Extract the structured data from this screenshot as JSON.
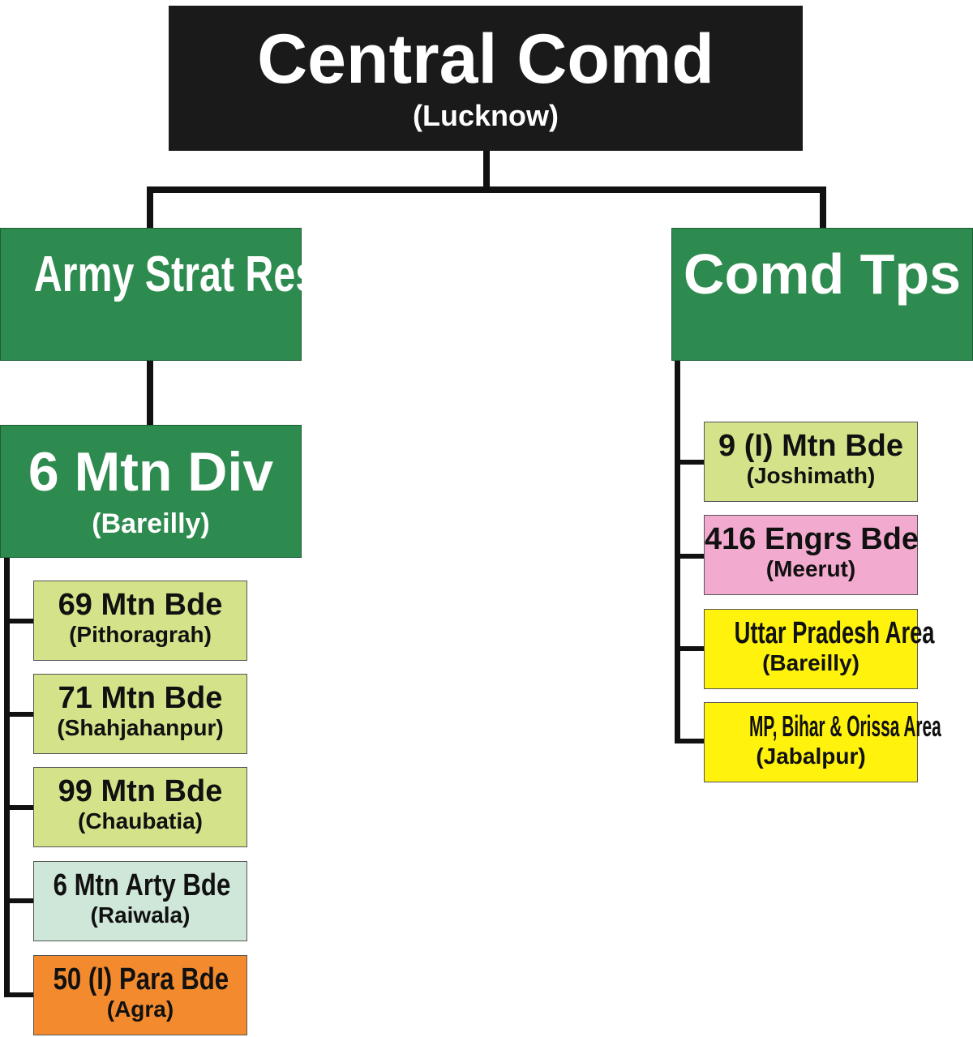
{
  "root": {
    "name": "Central Comd",
    "location": "(Lucknow)"
  },
  "army_strat_res": {
    "name": "Army Strat Res"
  },
  "comd_tps": {
    "name": "Comd Tps"
  },
  "division": {
    "name": "6 Mtn Div",
    "location": "(Bareilly)"
  },
  "div_units": [
    {
      "name": "69 Mtn Bde",
      "location": "(Pithoragrah)"
    },
    {
      "name": "71 Mtn Bde",
      "location": "(Shahjahanpur)"
    },
    {
      "name": "99 Mtn Bde",
      "location": "(Chaubatia)"
    },
    {
      "name": "6 Mtn Arty Bde",
      "location": "(Raiwala)"
    },
    {
      "name": "50 (I) Para Bde",
      "location": "(Agra)"
    }
  ],
  "comd_units": [
    {
      "name": "9 (I) Mtn Bde",
      "location": "(Joshimath)"
    },
    {
      "name": "416 Engrs Bde",
      "location": "(Meerut)"
    },
    {
      "name": "Uttar Pradesh Area",
      "location": "(Bareilly)"
    },
    {
      "name": "MP, Bihar & Orissa Area",
      "location": "(Jabalpur)"
    }
  ],
  "colors": {
    "root": "#1b1a1a",
    "formation": "#2e8b4f",
    "mtn_bde": "#d4e38a",
    "arty_bde": "#cfe7d8",
    "para_bde": "#f38b2e",
    "engrs_bde": "#f2abcf",
    "area": "#fff20d"
  }
}
